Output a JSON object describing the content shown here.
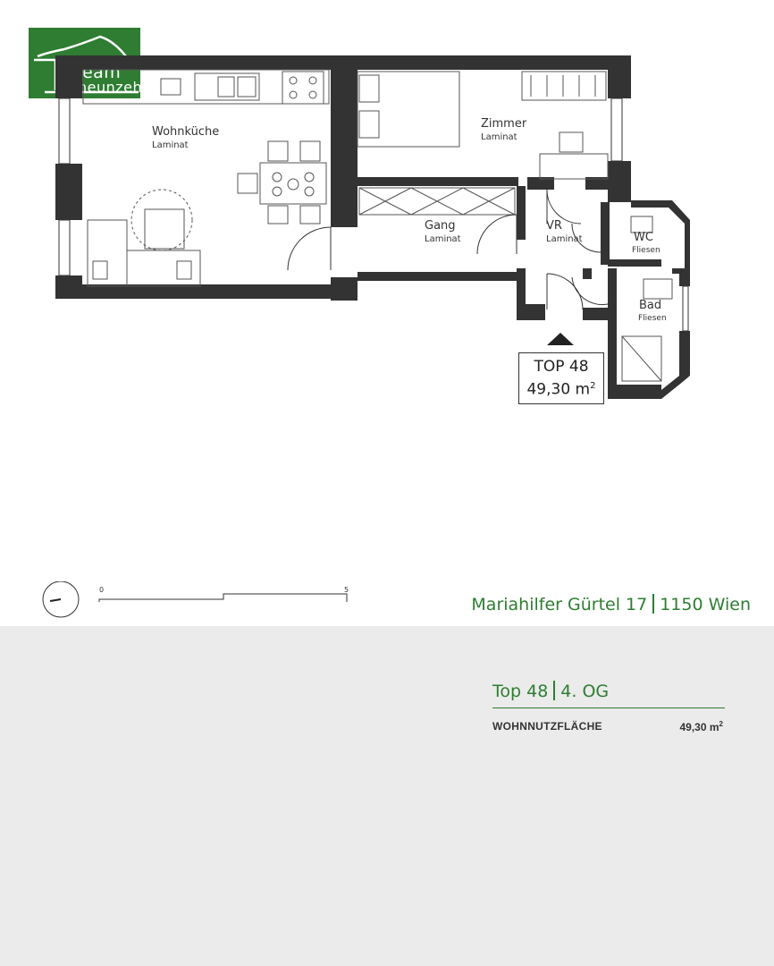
{
  "logo": {
    "line1": "team",
    "line2": "neunzehn",
    "color": "#2e7d32"
  },
  "rooms": {
    "wohnkueche": {
      "name": "Wohnküche",
      "floor": "Laminat"
    },
    "zimmer": {
      "name": "Zimmer",
      "floor": "Laminat"
    },
    "gang": {
      "name": "Gang",
      "floor": "Laminat"
    },
    "vr": {
      "name": "VR",
      "floor": "Laminat"
    },
    "wc": {
      "name": "WC",
      "floor": "Fliesen"
    },
    "bad": {
      "name": "Bad",
      "floor": "Fliesen"
    }
  },
  "unit_box": {
    "line1": "TOP 48",
    "line2": "49,30 m",
    "sup": "2"
  },
  "scale": {
    "start": "0",
    "end": "5"
  },
  "address": {
    "street": "Mariahilfer Gürtel 17",
    "city": "1150 Wien"
  },
  "summary": {
    "unit": "Top 48",
    "floor": "4. OG",
    "area_label": "WOHNNUTZFLÄCHE",
    "area_value": "49,30 m",
    "area_sup": "2"
  },
  "colors": {
    "accent": "#2e7d32",
    "wall": "#333333",
    "bottom_panel": "#ebebeb"
  },
  "icons": [
    "north-compass-icon",
    "entrance-arrow-icon"
  ]
}
